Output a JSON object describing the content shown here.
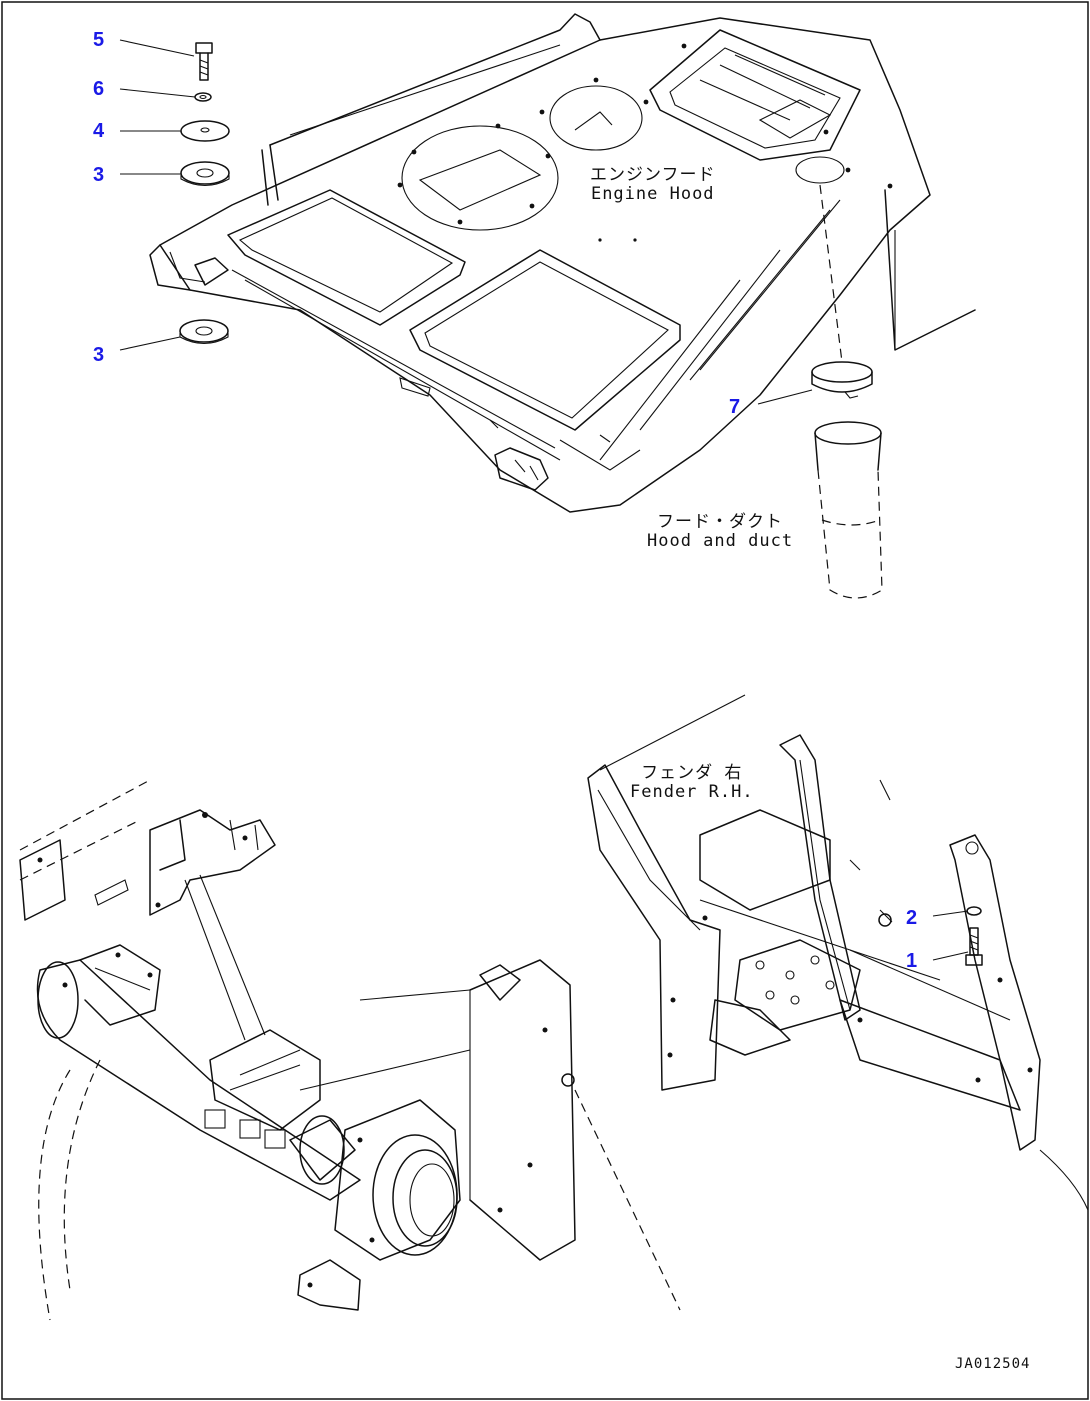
{
  "callouts": {
    "c5": "5",
    "c6": "6",
    "c4": "4",
    "c3a": "3",
    "c3b": "3",
    "c7": "7",
    "c2": "2",
    "c1": "1"
  },
  "labels": {
    "engine_hood_jp": "エンジンフード",
    "engine_hood_en": "Engine Hood",
    "hood_duct_jp": "フード・ダクト",
    "hood_duct_en": "Hood and duct",
    "fender_jp": "フェンダ 右",
    "fender_en": "Fender R.H."
  },
  "drawing_code": "JA012504"
}
